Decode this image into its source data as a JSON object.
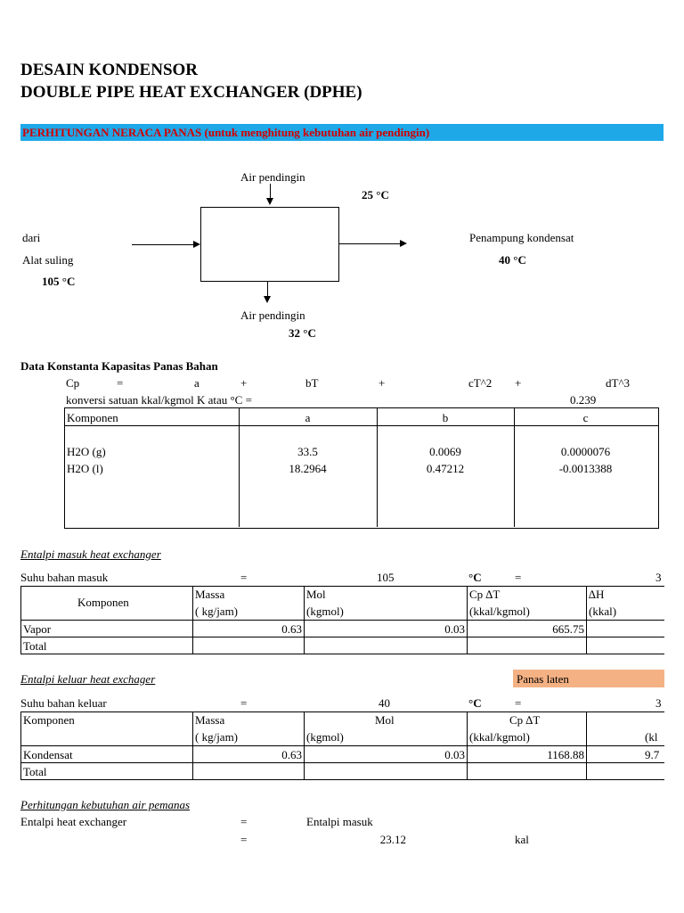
{
  "header": {
    "title_line1": "DESAIN KONDENSOR",
    "title_line2": "DOUBLE PIPE HEAT EXCHANGER (DPHE)"
  },
  "banner": {
    "text": "PERHITUNGAN NERACA PANAS (untuk menghitung kebutuhan air pendingin)",
    "bg_color": "#1ea8e8",
    "text_color": "#d10000"
  },
  "diagram": {
    "top_label": "Air pendingin",
    "top_temp": "25 °C",
    "left_label1": "dari",
    "left_label2": "Alat suling",
    "left_temp": "105 °C",
    "right_label": "Penampung kondensat",
    "right_temp": "40 °C",
    "bottom_label": "Air pendingin",
    "bottom_temp": "32 °C"
  },
  "constants": {
    "heading": "Data Konstanta Kapasitas Panas Bahan",
    "eq": [
      "Cp",
      "=",
      "a",
      "+",
      "bT",
      "+",
      "cT^2",
      "+",
      "dT^3"
    ],
    "conversion_label": "konversi satuan kkal/kgmol K atau °C =",
    "conversion_value": "0.239",
    "table": {
      "headers": [
        "Komponen",
        "a",
        "b",
        "c"
      ],
      "rows": [
        [
          "H2O (g)",
          "33.5",
          "0.0069",
          "0.0000076"
        ],
        [
          "H2O (l)",
          "18.2964",
          "0.47212",
          "-0.0013388"
        ]
      ]
    }
  },
  "entalpi_masuk": {
    "heading": "Entalpi masuk heat exchanger",
    "suhu_label": "Suhu bahan masuk",
    "eq": "=",
    "suhu_value": "105",
    "unit": "°C",
    "eq2": "=",
    "trail": "3",
    "headers": {
      "komponen": "Komponen",
      "massa1": "Massa",
      "massa2": "( kg/jam)",
      "mol1": "Mol",
      "mol2": "(kgmol)",
      "cp1": "Cp ∆T",
      "cp2": "(kkal/kgmol)",
      "dh1": "∆H",
      "dh2": "(kkal)"
    },
    "rows": [
      [
        "Vapor",
        "0.63",
        "0.03",
        "665.75",
        ""
      ]
    ],
    "total_label": "Total"
  },
  "entalpi_keluar": {
    "heading": "Entalpi keluar heat exchager",
    "panas_laten": "Panas laten",
    "suhu_label": "Suhu bahan keluar",
    "eq": "=",
    "suhu_value": "40",
    "unit": "°C",
    "eq2": "=",
    "trail": "3",
    "headers": {
      "komponen": "Komponen",
      "massa1": "Massa",
      "massa2": "( kg/jam)",
      "mol1": "Mol",
      "mol2": "(kgmol)",
      "cp1": "Cp ∆T",
      "cp2": "(kkal/kgmol)",
      "dh2": "(kl"
    },
    "rows": [
      [
        "Kondensat",
        "0.63",
        "0.03",
        "1168.88",
        "9.7"
      ]
    ],
    "total_label": "Total"
  },
  "kebutuhan": {
    "heading": "Perhitungan kebutuhan air pemanas",
    "line1_label": "Entalpi heat exchanger",
    "line1_eq": "=",
    "line1_value": "Entalpi masuk",
    "line2_eq": "=",
    "line2_value": "23.12",
    "line2_unit": "kal"
  }
}
